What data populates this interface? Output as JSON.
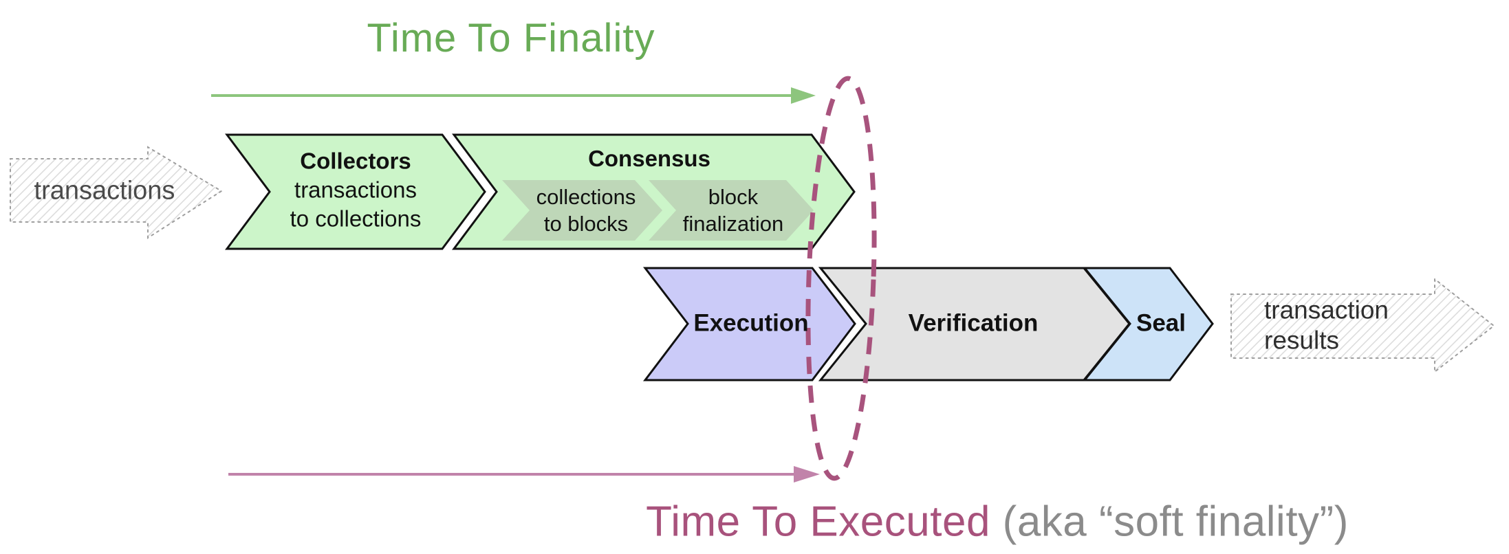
{
  "diagram": {
    "top_timeline": {
      "title": "Time To Finality"
    },
    "bottom_timeline": {
      "title": "Time To Executed",
      "subtitle": " (aka “soft finality”)"
    },
    "input_arrow": {
      "label": "transactions"
    },
    "output_arrow": {
      "line1": "transaction",
      "line2": "results"
    },
    "stages": {
      "collectors": {
        "title": "Collectors",
        "desc_line1": "transactions",
        "desc_line2": "to collections"
      },
      "consensus": {
        "title": "Consensus",
        "substages": [
          {
            "line1": "collections",
            "line2": "to blocks"
          },
          {
            "line1": "block",
            "line2": "finalization"
          }
        ]
      },
      "execution": {
        "title": "Execution"
      },
      "verification": {
        "title": "Verification"
      },
      "seal": {
        "title": "Seal"
      }
    },
    "colors": {
      "green_stage_fill": "#ccf5c9",
      "consensus_substage_fill": "#bed7b8",
      "execution_fill": "#cbcbf8",
      "verification_fill": "#e3e3e3",
      "seal_fill": "#cde3f8",
      "outline": "#111111",
      "finality_green": "#68ab56",
      "finality_arrow_green": "#8dc57d",
      "executed_maroon": "#a8527c",
      "executed_arrow_pink": "#c183aa",
      "subtitle_gray": "#8b8b8b",
      "sketch_arrow_gray": "#9e9e9e"
    }
  }
}
